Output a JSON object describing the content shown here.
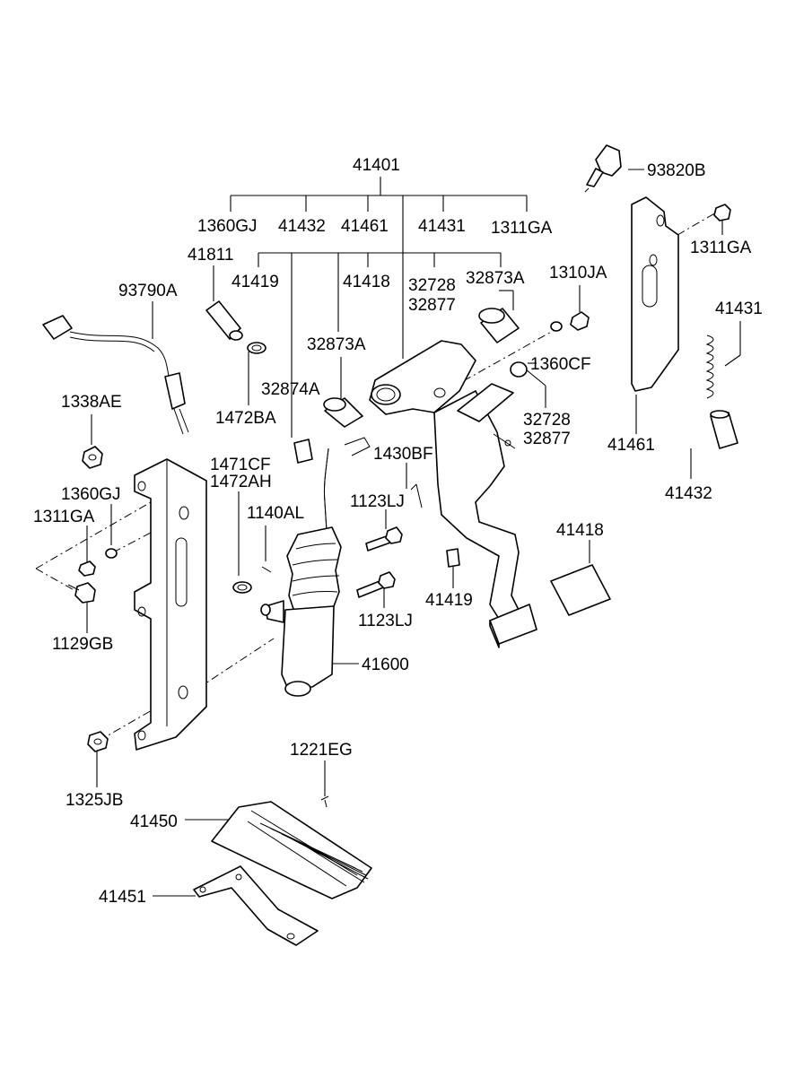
{
  "diagram": {
    "labels": [
      {
        "id": "l-41401",
        "text": "41401"
      },
      {
        "id": "l-93820b",
        "text": "93820B"
      },
      {
        "id": "l-1360gj-top",
        "text": "1360GJ"
      },
      {
        "id": "l-41432-top",
        "text": "41432"
      },
      {
        "id": "l-41461-top",
        "text": "41461"
      },
      {
        "id": "l-41431-top",
        "text": "41431"
      },
      {
        "id": "l-1311ga-top",
        "text": "1311GA"
      },
      {
        "id": "l-1311ga-right",
        "text": "1311GA"
      },
      {
        "id": "l-41811",
        "text": "41811"
      },
      {
        "id": "l-41419-top",
        "text": "41419"
      },
      {
        "id": "l-41418-top",
        "text": "41418"
      },
      {
        "id": "l-32728-top",
        "text": "32728"
      },
      {
        "id": "l-32877-top",
        "text": "32877"
      },
      {
        "id": "l-32873a-top",
        "text": "32873A"
      },
      {
        "id": "l-1310ja",
        "text": "1310JA"
      },
      {
        "id": "l-93790a",
        "text": "93790A"
      },
      {
        "id": "l-41431-right",
        "text": "41431"
      },
      {
        "id": "l-32873a-mid",
        "text": "32873A"
      },
      {
        "id": "l-1360cf",
        "text": "1360CF"
      },
      {
        "id": "l-32874a",
        "text": "32874A"
      },
      {
        "id": "l-32728-mid",
        "text": "32728"
      },
      {
        "id": "l-32877-mid",
        "text": "32877"
      },
      {
        "id": "l-1338ae",
        "text": "1338AE"
      },
      {
        "id": "l-1472ba",
        "text": "1472BA"
      },
      {
        "id": "l-41461-right",
        "text": "41461"
      },
      {
        "id": "l-1471cf",
        "text": "1471CF"
      },
      {
        "id": "l-1430bf",
        "text": "1430BF"
      },
      {
        "id": "l-1472ah",
        "text": "1472AH"
      },
      {
        "id": "l-41432-right",
        "text": "41432"
      },
      {
        "id": "l-1360gj-left",
        "text": "1360GJ"
      },
      {
        "id": "l-1123lj-top",
        "text": "1123LJ"
      },
      {
        "id": "l-1311ga-left",
        "text": "1311GA"
      },
      {
        "id": "l-1140al",
        "text": "1140AL"
      },
      {
        "id": "l-41418-right",
        "text": "41418"
      },
      {
        "id": "l-41419-mid",
        "text": "41419"
      },
      {
        "id": "l-1123lj-mid",
        "text": "1123LJ"
      },
      {
        "id": "l-1129gb",
        "text": "1129GB"
      },
      {
        "id": "l-41600",
        "text": "41600"
      },
      {
        "id": "l-1221eg",
        "text": "1221EG"
      },
      {
        "id": "l-1325jb",
        "text": "1325JB"
      },
      {
        "id": "l-41450",
        "text": "41450"
      },
      {
        "id": "l-41451",
        "text": "41451"
      }
    ]
  }
}
